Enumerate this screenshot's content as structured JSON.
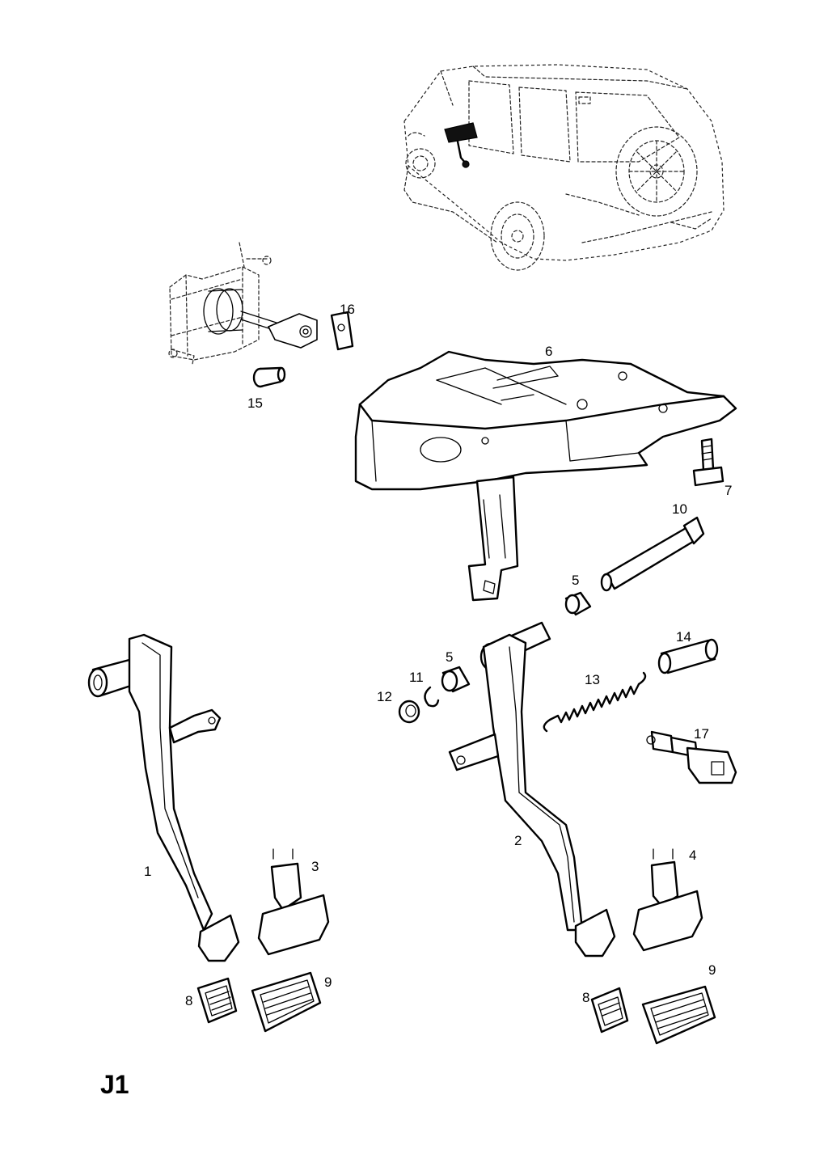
{
  "page_code": "J1",
  "callouts": [
    "1",
    "2",
    "3",
    "4",
    "5",
    "5",
    "6",
    "7",
    "8",
    "8",
    "9",
    "9",
    "10",
    "11",
    "12",
    "13",
    "14",
    "15",
    "16",
    "17"
  ]
}
